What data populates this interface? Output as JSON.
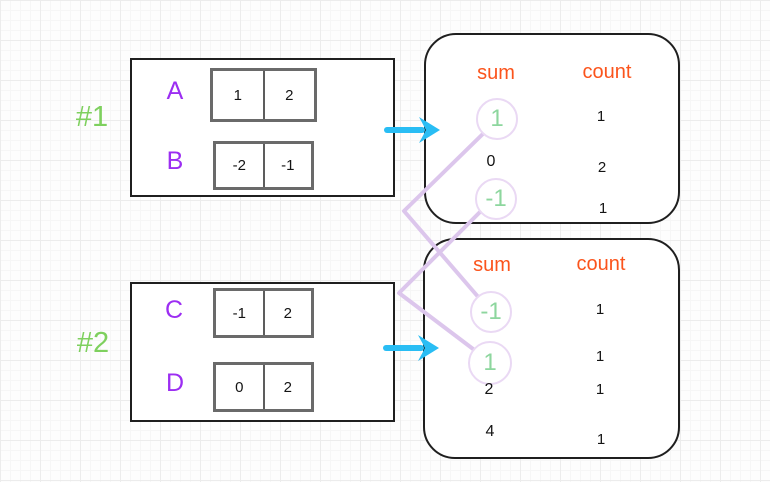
{
  "colors": {
    "example_label_green": "#7ed05e",
    "array_label_purple": "#9c2ef2",
    "header_orange": "#fb541c",
    "sum_green": "#8dd69e",
    "arrow_cyan": "#29bdf4",
    "connector_lavender": "#dcc6ec"
  },
  "examples": [
    {
      "label": "#1",
      "arrays": [
        {
          "name": "A",
          "cells": [
            "1",
            "2"
          ]
        },
        {
          "name": "B",
          "cells": [
            "-2",
            "-1"
          ]
        }
      ],
      "table": {
        "header_sum": "sum",
        "header_count": "count",
        "rows": [
          {
            "sum": "1",
            "count": "1",
            "circled": true
          },
          {
            "sum": "0",
            "count": "2",
            "circled": false
          },
          {
            "sum": "-1",
            "count": "1",
            "circled": true
          }
        ]
      }
    },
    {
      "label": "#2",
      "arrays": [
        {
          "name": "C",
          "cells": [
            "-1",
            "2"
          ]
        },
        {
          "name": "D",
          "cells": [
            "0",
            "2"
          ]
        }
      ],
      "table": {
        "header_sum": "sum",
        "header_count": "count",
        "rows": [
          {
            "sum": "-1",
            "count": "1",
            "circled": true
          },
          {
            "sum": "1",
            "count": "1",
            "circled": true
          },
          {
            "sum": "2",
            "count": "1",
            "circled": false
          },
          {
            "sum": "4",
            "count": "1",
            "circled": false
          }
        ]
      }
    }
  ],
  "connectors": [
    {
      "from_table": "#1",
      "from_sum": "1",
      "to_table": "#2",
      "to_sum": "-1"
    },
    {
      "from_table": "#1",
      "from_sum": "-1",
      "to_table": "#2",
      "to_sum": "1"
    }
  ]
}
